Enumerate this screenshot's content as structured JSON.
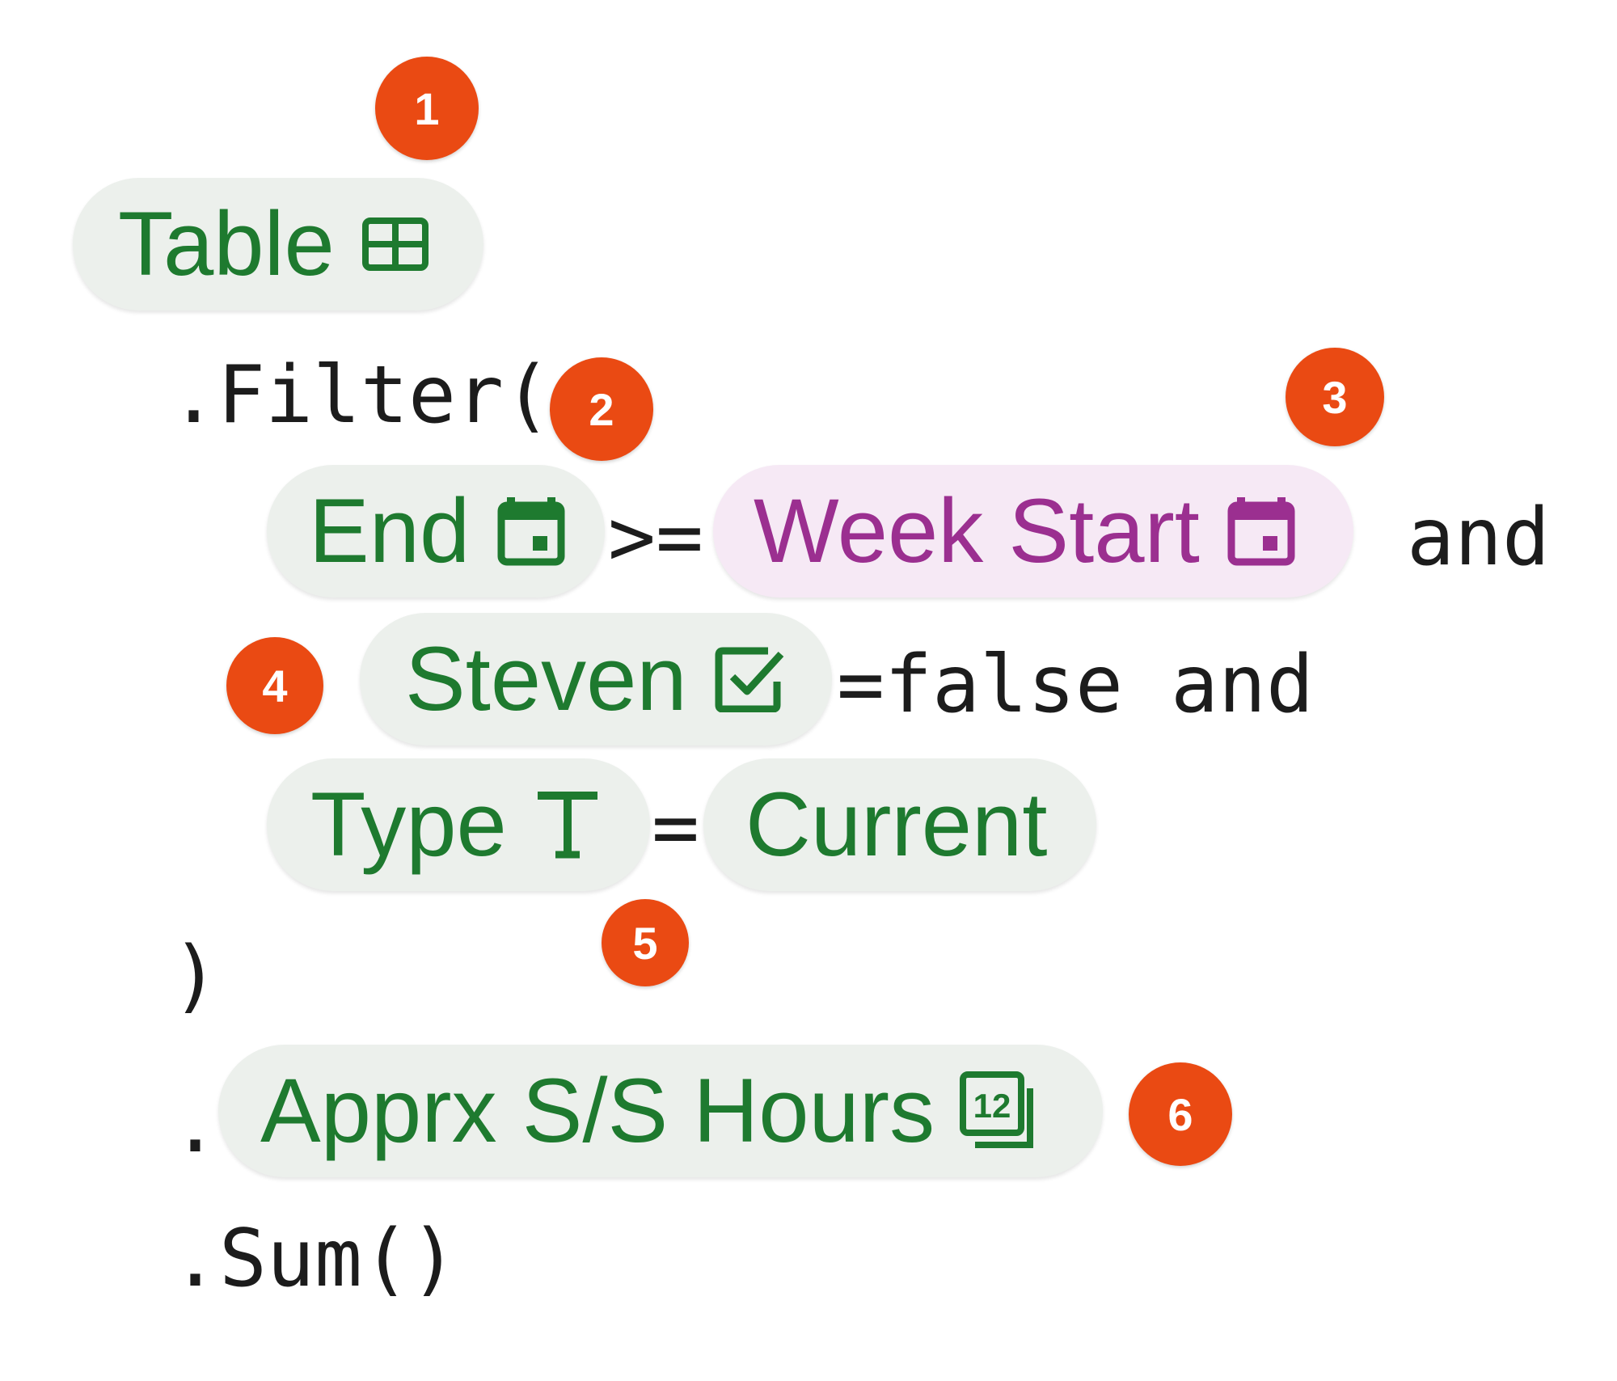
{
  "colors": {
    "chip_green_text": "#1e7a2f",
    "chip_purple_text": "#9b2f90",
    "chip_background": "#ecf0ec",
    "chip_purple_background": "#f6e9f5",
    "badge": "#ea4a13",
    "code_text": "#1c1c1c"
  },
  "formula": {
    "table_chip": {
      "label": "Table",
      "icon": "table-icon"
    },
    "filter_call": ".Filter(",
    "end_chip": {
      "label": "End",
      "icon": "calendar-icon"
    },
    "op_gte": ">=",
    "week_start_chip": {
      "label": "Week Start",
      "icon": "calendar-icon"
    },
    "and_1": "and",
    "steven_chip": {
      "label": "Steven",
      "icon": "checkbox-icon"
    },
    "eq_false_and": "=false and",
    "type_chip": {
      "label": "Type",
      "icon": "text-type-icon"
    },
    "op_eq": "=",
    "current_chip": {
      "label": "Current"
    },
    "close_paren": ")",
    "dot": ".",
    "apprx_chip": {
      "label": "Apprx S/S Hours",
      "icon": "number-icon"
    },
    "sum_call": ".Sum()"
  },
  "badges": [
    "1",
    "2",
    "3",
    "4",
    "5",
    "6"
  ]
}
